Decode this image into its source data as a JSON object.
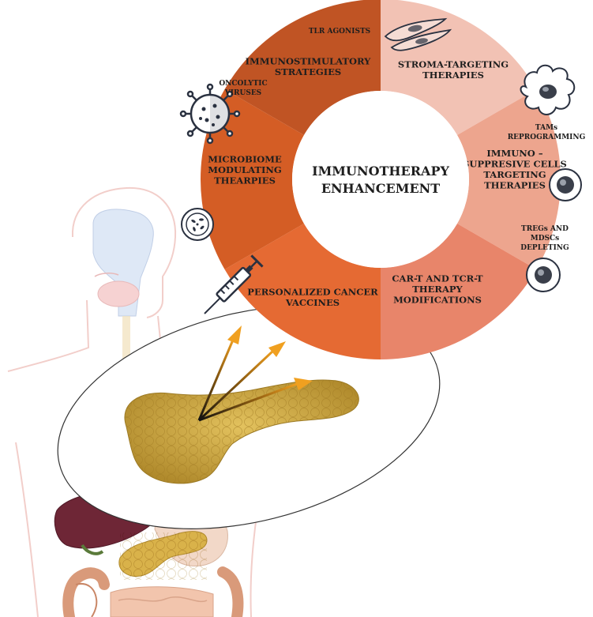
{
  "center": {
    "line1": "IMMUNOTHERAPY",
    "line2": "ENHANCEMENT"
  },
  "segments": [
    {
      "id": "stroma",
      "lines": [
        "STROMA-TARGETING",
        "THERAPIES"
      ],
      "color": "#f2c2b4",
      "text_color": "#1e1e1e"
    },
    {
      "id": "immunosuppressive",
      "lines": [
        "IMMUNO –",
        "SUPPRESIVE CELLS",
        "TARGETING",
        "THERAPIES"
      ],
      "color": "#eda58e",
      "text_color": "#1e1e1e"
    },
    {
      "id": "cart",
      "lines": [
        "CAR-T AND TCR-T",
        "THERAPY",
        "MODIFICATIONS"
      ],
      "color": "#e8856a",
      "text_color": "#1e1e1e"
    },
    {
      "id": "vaccines",
      "lines": [
        "PERSONALIZED CANCER",
        "VACCINES"
      ],
      "color": "#e56a33",
      "text_color": "#1e1e1e"
    },
    {
      "id": "microbiome",
      "lines": [
        "MICROBIOME",
        "MODULATING",
        "THEARPIES"
      ],
      "color": "#d45d25",
      "text_color": "#1e1e1e"
    },
    {
      "id": "immunostim",
      "lines": [
        "IMMUNOSTIMULATORY",
        "STRATEGIES"
      ],
      "color": "#c05424",
      "text_color": "#1e1e1e"
    }
  ],
  "sublabels": {
    "tlr": [
      "TLR AGONISTS"
    ],
    "oncolytic": [
      "ONCOLYTIC",
      "VIRUSES"
    ],
    "tams": [
      "TAMs",
      "REPROGRAMMING"
    ],
    "tregs": [
      "TREGs AND",
      "MDSCs",
      "DEPLETING"
    ]
  },
  "colors": {
    "arrow": "#f0a020",
    "pancreas": "#d9b24a",
    "liver": "#7a2a3a",
    "intestine": "#d99a7a"
  },
  "icons": {
    "virus": "virus-icon",
    "bacteria": "bacteria-dish-icon",
    "syringe": "syringe-icon",
    "fibroblast": "fibroblast-icon",
    "macrophage": "macrophage-icon",
    "cell": "cell-icon"
  }
}
